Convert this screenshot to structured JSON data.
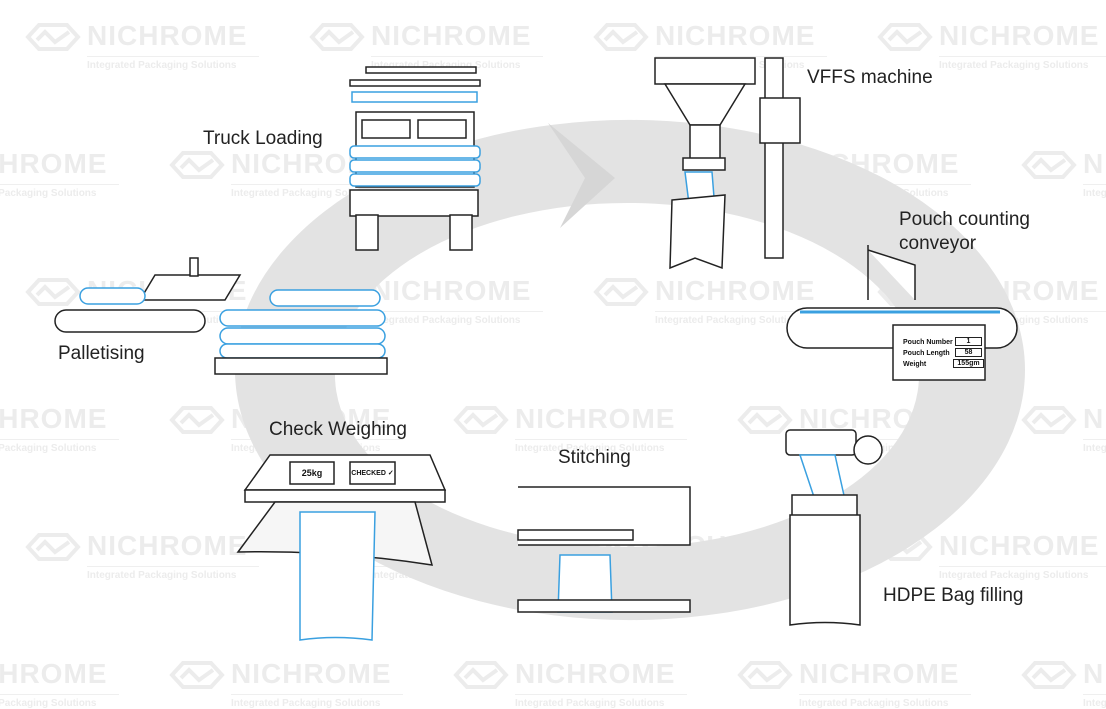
{
  "watermark": {
    "brand": "NICHROME",
    "tagline": "Integrated Packaging Solutions"
  },
  "steps": {
    "vffs": "VFFS machine",
    "pouch_counting": "Pouch counting conveyor",
    "hdpe": "HDPE Bag filling",
    "stitching": "Stitching",
    "check_weighing": "Check Weighing",
    "palletising": "Palletising",
    "truck_loading": "Truck Loading"
  },
  "pouch_panel": {
    "rows": [
      {
        "label": "Pouch Number",
        "value": "1"
      },
      {
        "label": "Pouch Length",
        "value": "58"
      },
      {
        "label": "Weight",
        "value": "155gm"
      }
    ]
  },
  "scale": {
    "weight": "25kg",
    "status": "CHECKED ✓"
  },
  "colors": {
    "ring": "#e2e2e2",
    "accent_blue": "#3aa0e0",
    "line": "#222222"
  }
}
